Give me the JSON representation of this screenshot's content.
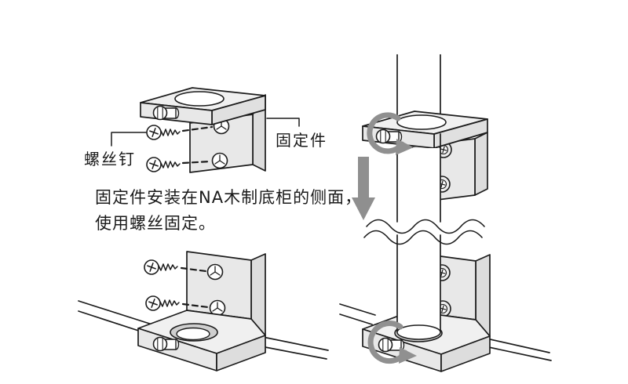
{
  "labels": {
    "screw_callout": "螺丝钉",
    "fixture_callout": "固定件"
  },
  "caption": {
    "line1": "固定件安装在NA木制底柜的侧面，",
    "line2": "使用螺丝固定。"
  },
  "colors": {
    "outline": "#1c1c1c",
    "face_light": "#f0f0f0",
    "face_mid": "#e8e8e8",
    "face_dark": "#dddddd",
    "recess_gray": "#cfcfcf",
    "arrow_gray": "#8f8f8f",
    "background": "#ffffff"
  },
  "icons": {
    "down_arrow": "down-arrow",
    "rotation_arrow_top": "rotation-arrow",
    "rotation_arrow_bottom": "rotation-arrow"
  }
}
